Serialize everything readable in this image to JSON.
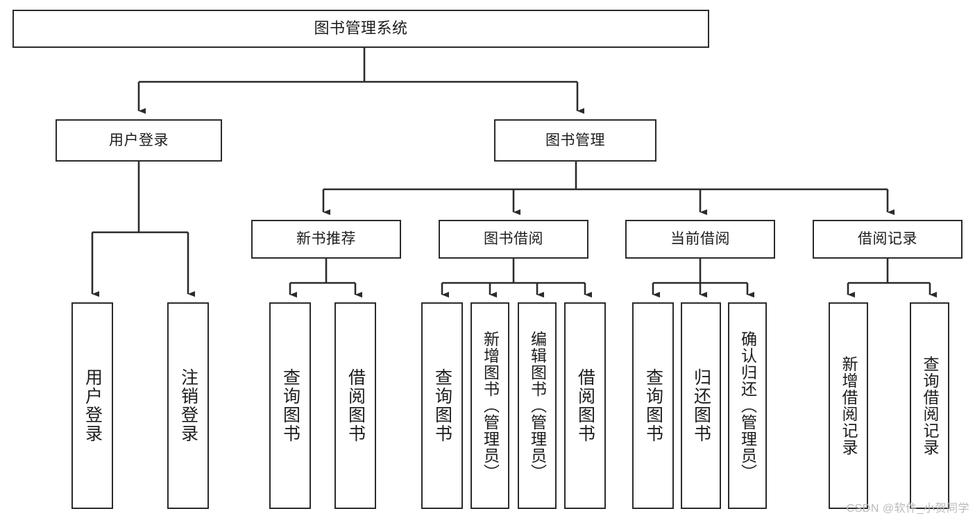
{
  "diagram": {
    "title": "图书管理系统",
    "type": "tree-hierarchy-chart",
    "watermark": "CSDN @软件_小贺同学",
    "colors": {
      "stroke": "#2b2b2b",
      "fill": "#ffffff",
      "text": "#1d1d1d",
      "watermark": "#b9b9b9"
    },
    "levels": {
      "root": "图书管理系统",
      "level1": [
        "用户登录",
        "图书管理"
      ],
      "level2": [
        "新书推荐",
        "图书借阅",
        "当前借阅",
        "借阅记录"
      ]
    },
    "nodes": {
      "root": {
        "label": "图书管理系统"
      },
      "user_login": {
        "label": "用户登录"
      },
      "book_manage": {
        "label": "图书管理"
      },
      "new_book_rec": {
        "label": "新书推荐"
      },
      "book_borrow": {
        "label": "图书借阅"
      },
      "current_borrow": {
        "label": "当前借阅"
      },
      "borrow_record": {
        "label": "借阅记录"
      },
      "leaf_user_login": {
        "label": "用户登录"
      },
      "leaf_user_logout": {
        "label": "注销登录"
      },
      "leaf_query_book_1": {
        "label": "查询图书"
      },
      "leaf_borrow_book_1": {
        "label": "借阅图书"
      },
      "leaf_query_book_2": {
        "label": "查询图书"
      },
      "leaf_add_book": {
        "label": "新增图书（管理员）"
      },
      "leaf_edit_book": {
        "label": "编辑图书（管理员）"
      },
      "leaf_borrow_book_2": {
        "label": "借阅图书"
      },
      "leaf_query_book_3": {
        "label": "查询图书"
      },
      "leaf_return_book": {
        "label": "归还图书"
      },
      "leaf_confirm_return": {
        "label": "确认归还（管理员）"
      },
      "leaf_add_record": {
        "label": "新增借阅记录"
      },
      "leaf_query_record": {
        "label": "查询借阅记录"
      }
    },
    "edges": [
      {
        "from": "root",
        "to": "用户登录"
      },
      {
        "from": "root",
        "to": "图书管理"
      },
      {
        "from": "用户登录",
        "to": "用户登录"
      },
      {
        "from": "用户登录",
        "to": "注销登录"
      },
      {
        "from": "图书管理",
        "to": "新书推荐"
      },
      {
        "from": "图书管理",
        "to": "图书借阅"
      },
      {
        "from": "图书管理",
        "to": "当前借阅"
      },
      {
        "from": "图书管理",
        "to": "借阅记录"
      },
      {
        "from": "新书推荐",
        "to": "查询图书"
      },
      {
        "from": "新书推荐",
        "to": "借阅图书"
      },
      {
        "from": "图书借阅",
        "to": "查询图书"
      },
      {
        "from": "图书借阅",
        "to": "新增图书（管理员）"
      },
      {
        "from": "图书借阅",
        "to": "编辑图书（管理员）"
      },
      {
        "from": "图书借阅",
        "to": "借阅图书"
      },
      {
        "from": "当前借阅",
        "to": "查询图书"
      },
      {
        "from": "当前借阅",
        "to": "归还图书"
      },
      {
        "from": "当前借阅",
        "to": "确认归还（管理员）"
      },
      {
        "from": "借阅记录",
        "to": "新增借阅记录"
      },
      {
        "from": "借阅记录",
        "to": "查询借阅记录"
      }
    ]
  }
}
